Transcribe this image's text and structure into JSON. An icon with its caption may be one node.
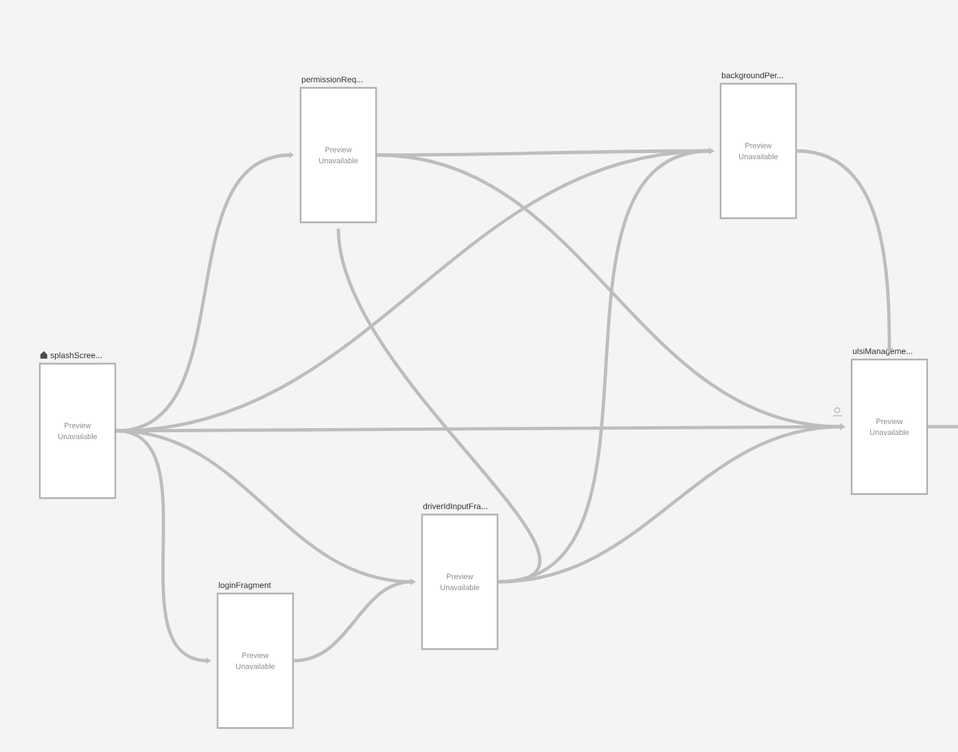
{
  "diagram": {
    "nodes": [
      {
        "text": [
          "permissionReq...",
          "Preview Unavailable"
        ]
      },
      {
        "text": [
          "backgroundPer...",
          "Preview Unavailable"
        ]
      },
      {
        "text": [
          "splashScree...",
          "Preview Unavailable"
        ]
      },
      {
        "text": [
          "ulsiManageme...",
          "Preview Unavailable"
        ]
      },
      {
        "text": [
          "driverIdInputFra...",
          "Preview Unavailable"
        ]
      },
      {
        "text": [
          "loginFragment",
          "Preview Unavailable"
        ]
      }
    ],
    "edges": [
      {
        "from": 2,
        "to": 0,
        "arrow": "to"
      },
      {
        "from": 2,
        "to": 1,
        "arrow": "to"
      },
      {
        "from": 2,
        "to": 3,
        "arrow": "to"
      },
      {
        "from": 2,
        "to": 4,
        "arrow": "to"
      },
      {
        "from": 2,
        "to": 5,
        "arrow": "to"
      },
      {
        "from": 0,
        "to": 1,
        "arrow": "to"
      },
      {
        "from": 0,
        "to": 3,
        "arrow": "to"
      },
      {
        "from": 4,
        "to": 0,
        "arrow": "none"
      },
      {
        "from": 4,
        "to": 1,
        "arrow": "to"
      },
      {
        "from": 4,
        "to": 3,
        "arrow": "to"
      },
      {
        "from": 5,
        "to": 4,
        "arrow": "to"
      },
      {
        "from": 1,
        "to": 3,
        "arrow": "to"
      },
      {
        "from": 3,
        "to": null,
        "arrow": "none"
      }
    ]
  }
}
